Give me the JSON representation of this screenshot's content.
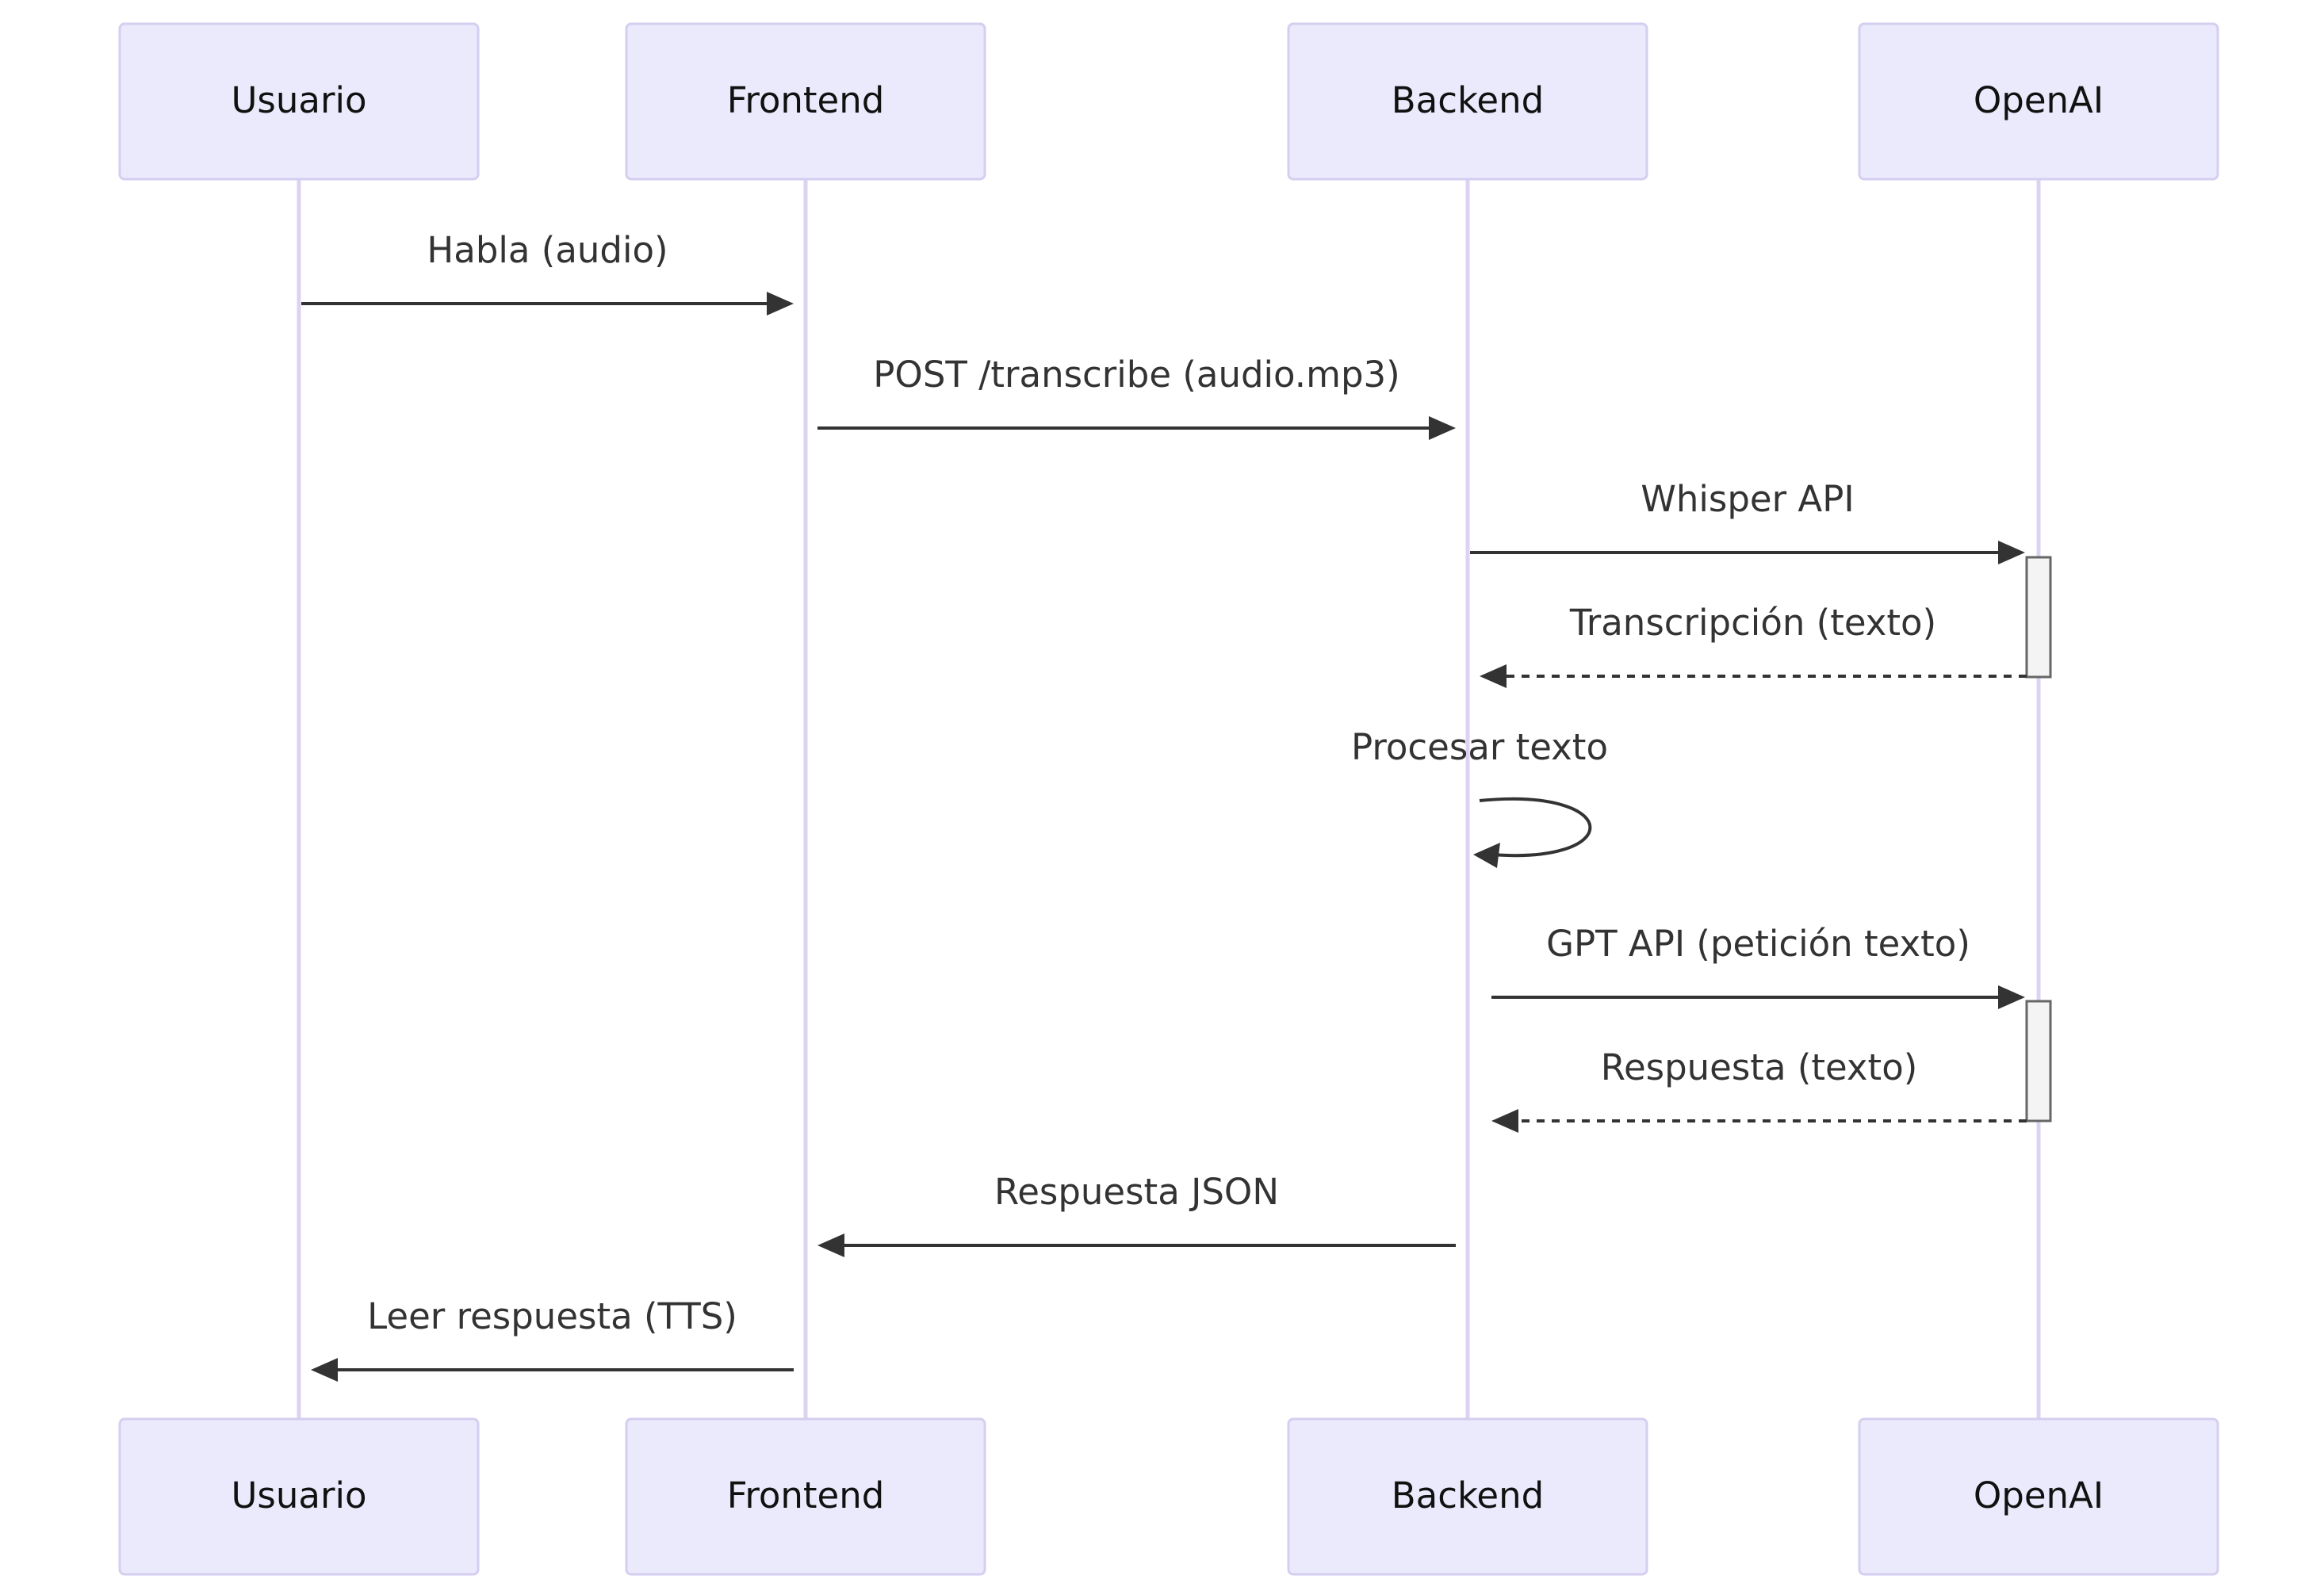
{
  "participants": [
    {
      "id": "usuario",
      "label": "Usuario"
    },
    {
      "id": "frontend",
      "label": "Frontend"
    },
    {
      "id": "backend",
      "label": "Backend"
    },
    {
      "id": "openai",
      "label": "OpenAI"
    }
  ],
  "messages": [
    {
      "from": "usuario",
      "to": "frontend",
      "label": "Habla (audio)",
      "style": "solid"
    },
    {
      "from": "frontend",
      "to": "backend",
      "label": "POST /transcribe (audio.mp3)",
      "style": "solid"
    },
    {
      "from": "backend",
      "to": "openai",
      "label": "Whisper API",
      "style": "solid"
    },
    {
      "from": "openai",
      "to": "backend",
      "label": "Transcripción (texto)",
      "style": "dashed"
    },
    {
      "from": "backend",
      "to": "backend",
      "label": "Procesar texto",
      "style": "solid"
    },
    {
      "from": "backend",
      "to": "openai",
      "label": "GPT API (petición texto)",
      "style": "solid"
    },
    {
      "from": "openai",
      "to": "backend",
      "label": "Respuesta (texto)",
      "style": "dashed"
    },
    {
      "from": "backend",
      "to": "frontend",
      "label": "Respuesta JSON",
      "style": "solid"
    },
    {
      "from": "frontend",
      "to": "usuario",
      "label": "Leer respuesta (TTS)",
      "style": "solid"
    }
  ],
  "colors": {
    "actor_fill": "#eaeafc",
    "actor_border": "#d5cef0",
    "lifeline": "#dcd3f0",
    "line": "#333333",
    "activation_fill": "#f4f4f4"
  }
}
